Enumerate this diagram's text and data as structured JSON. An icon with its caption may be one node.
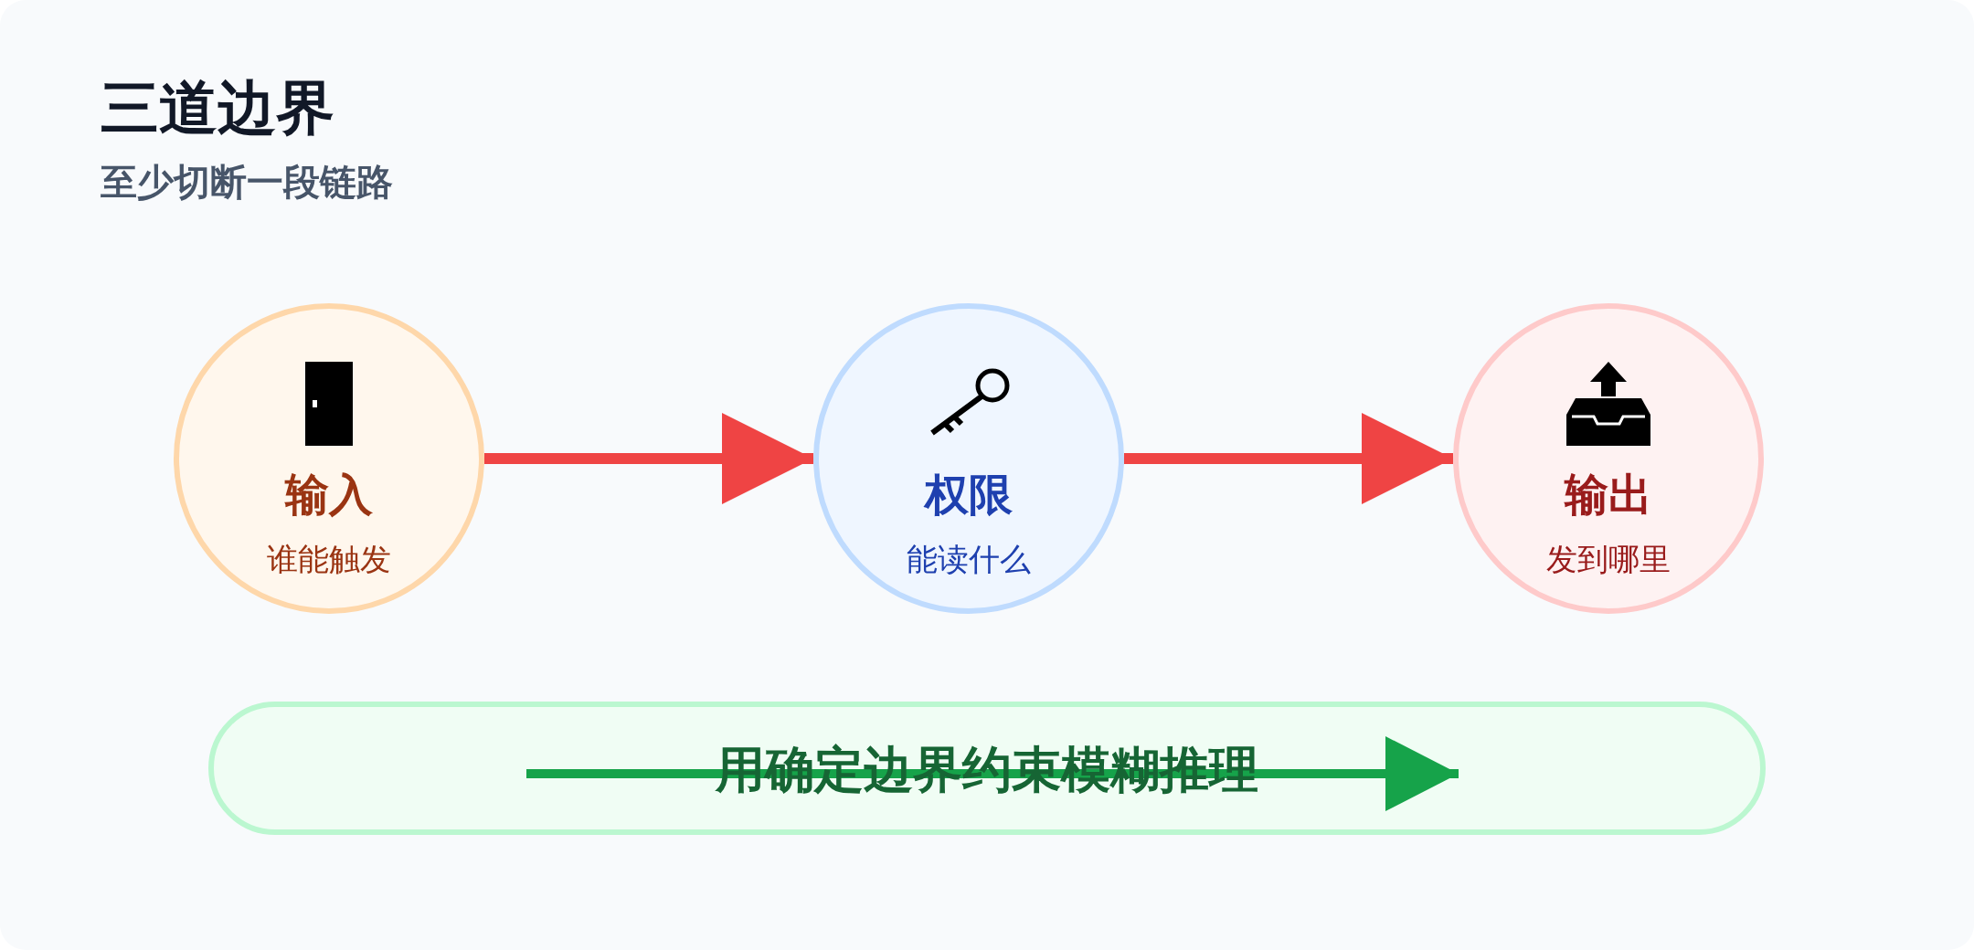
{
  "diagram": {
    "title": "三道边界",
    "nodes": [
      {
        "text": [
          "输入",
          "谁能触发"
        ]
      },
      {
        "text": [
          "权限",
          "能读什么"
        ]
      },
      {
        "text": [
          "输出",
          "发到哪里"
        ]
      },
      {
        "text": [
          "用确定边界约束模糊推理"
        ]
      }
    ],
    "edges": [
      {
        "from": 0,
        "to": 1,
        "arrow": "to"
      },
      {
        "from": 1,
        "to": 2,
        "arrow": "to"
      }
    ],
    "labels": [
      "至少切断一段链路"
    ]
  }
}
